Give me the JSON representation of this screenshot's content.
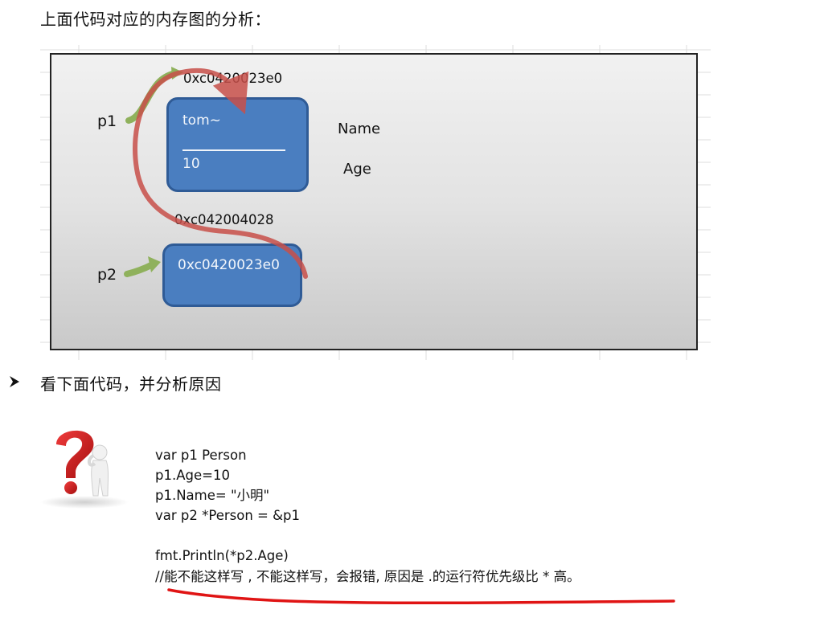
{
  "heading": "上面代码对应的内存图的分析：",
  "diagram": {
    "p1_label": "p1",
    "p2_label": "p2",
    "p1_address": "0xc0420023e0",
    "p2_address": "0xc042004028",
    "box1": {
      "name_value": "tom~",
      "age_value": "10"
    },
    "box2": {
      "value": "0xc0420023e0"
    },
    "field_name": "Name",
    "field_age": "Age",
    "colors": {
      "box_fill": "#4a7ec0",
      "box_border": "#2f5b96",
      "pointer_arrow": "#8fb15c",
      "reference_curve": "#c8504a"
    }
  },
  "bullet_icon": "arrow-bullet-icon",
  "subheading": "看下面代码，并分析原因",
  "figure_icon": "question-mark-person-icon",
  "code": {
    "line1": "var p1 Person",
    "line2": "p1.Age=10",
    "line3": "p1.Name= \"小明\"",
    "line4": "var p2 *Person = &p1",
    "line5": "fmt.Println(*p2.Age)",
    "line6": "//能不能这样写 , 不能这样写，会报错, 原因是 .的运行符优先级比 * 高。"
  },
  "underline_color": "#e01414"
}
